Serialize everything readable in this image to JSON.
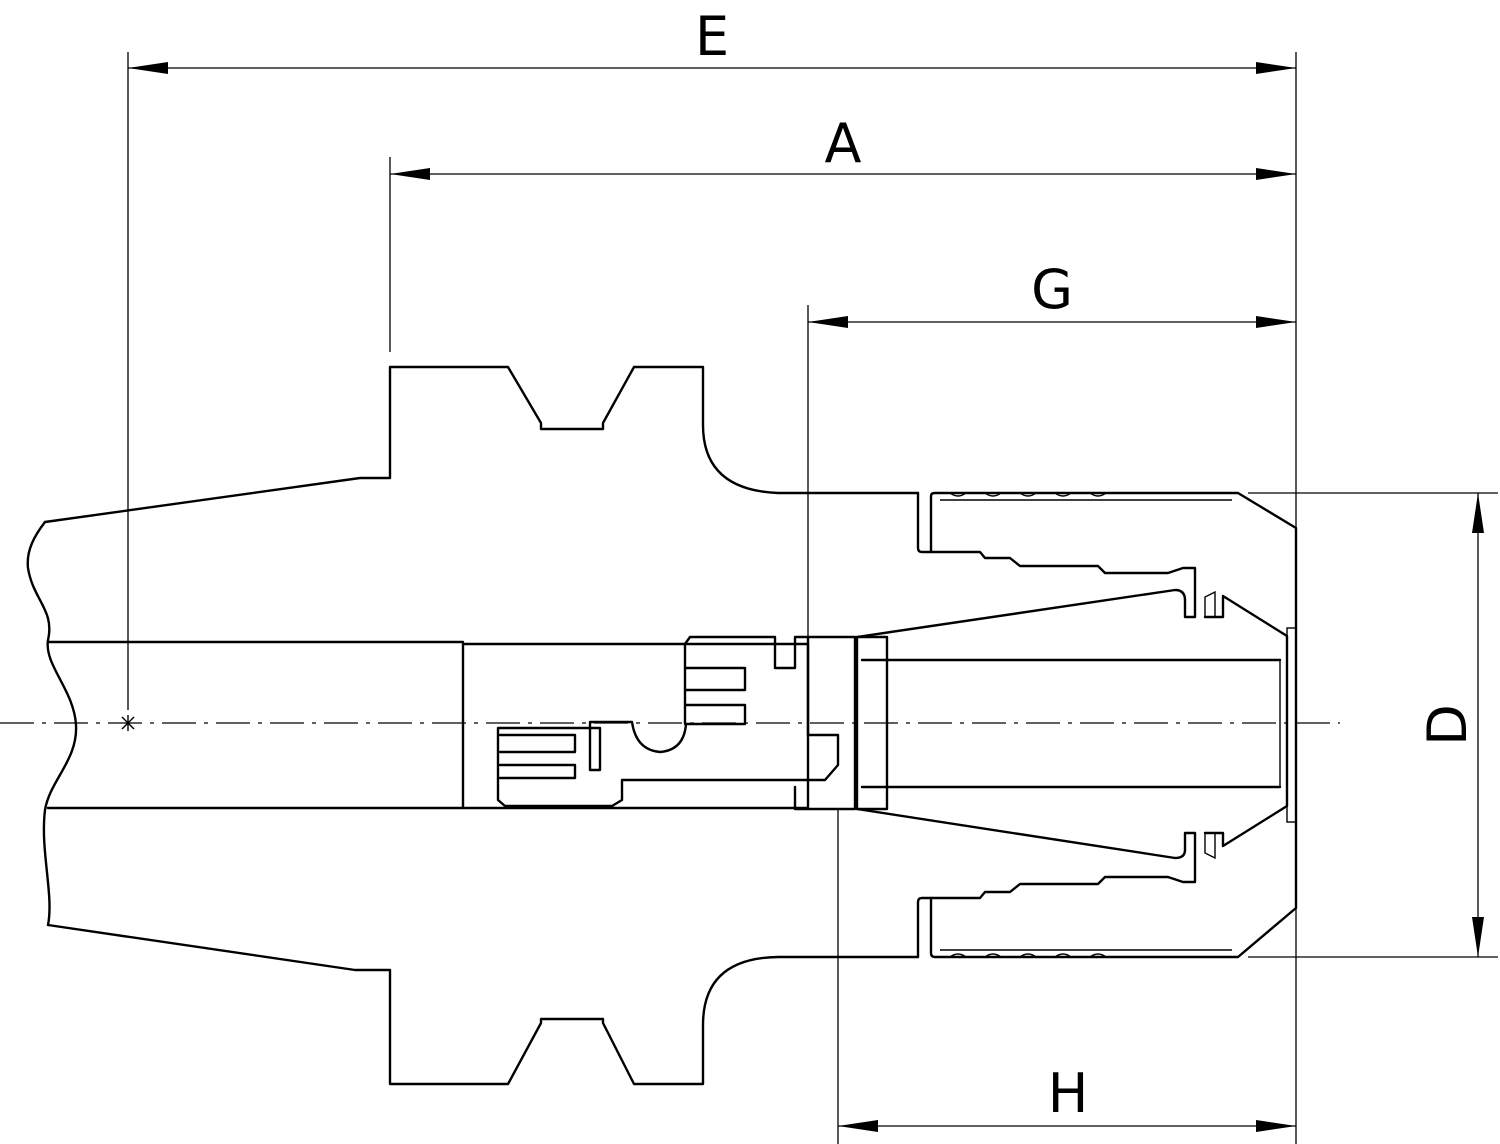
{
  "diagram": {
    "dimensions": {
      "E": "E",
      "A": "A",
      "G": "G",
      "H": "H",
      "D": "D"
    },
    "colors": {
      "line": "#000000",
      "background": "#ffffff"
    }
  }
}
